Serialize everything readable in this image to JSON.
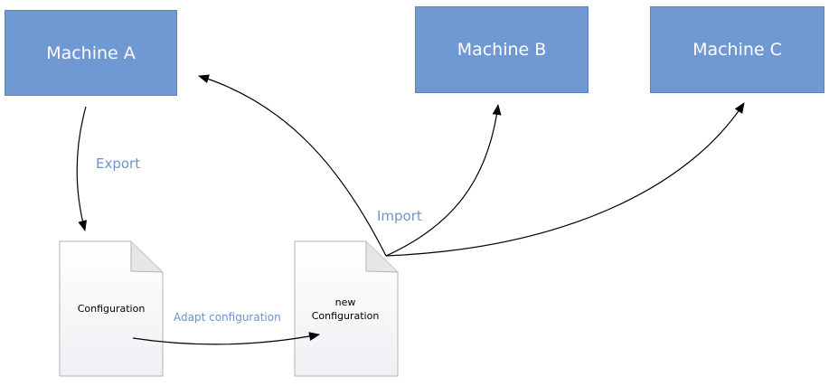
{
  "machines": {
    "a": "Machine A",
    "b": "Machine B",
    "c": "Machine C"
  },
  "documents": {
    "source": "Configuration",
    "target_line1": "new",
    "target_line2": "Configuration"
  },
  "edges": {
    "export": "Export",
    "adapt": "Adapt configuration",
    "import": "Import"
  },
  "colors": {
    "machine_fill": "#7098d2",
    "machine_text": "#ffffff",
    "edge_label": "#6f93c8",
    "arrow": "#000000",
    "document_border": "#b3b3b3"
  }
}
